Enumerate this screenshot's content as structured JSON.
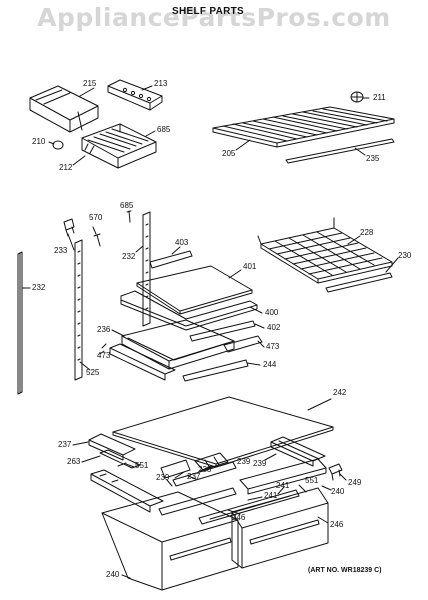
{
  "watermark": "AppliancePartsPros.com",
  "title": "SHELF PARTS",
  "art_number": "(ART NO. WR18239 C)",
  "labels": {
    "p215": "215",
    "p213": "213",
    "p685a": "685",
    "p210": "210",
    "p212": "212",
    "p211": "211",
    "p205": "205",
    "p235": "235",
    "p685b": "685",
    "p570": "570",
    "p233": "233",
    "p232a": "232",
    "p232b": "232",
    "p403": "403",
    "p401": "401",
    "p400": "400",
    "p402": "402",
    "p236": "236",
    "p473a": "473",
    "p473b": "473",
    "p525": "525",
    "p244": "244",
    "p228": "228",
    "p230": "230",
    "p242": "242",
    "p237a": "237",
    "p263": "263",
    "p551a": "551",
    "p238": "238",
    "p239a": "239",
    "p239b": "239",
    "p239c": "239",
    "p237b": "237",
    "p249": "249",
    "p551b": "551",
    "p241a": "241",
    "p241b": "241",
    "p240a": "240",
    "p246a": "246",
    "p246b": "246",
    "p240b": "240"
  }
}
